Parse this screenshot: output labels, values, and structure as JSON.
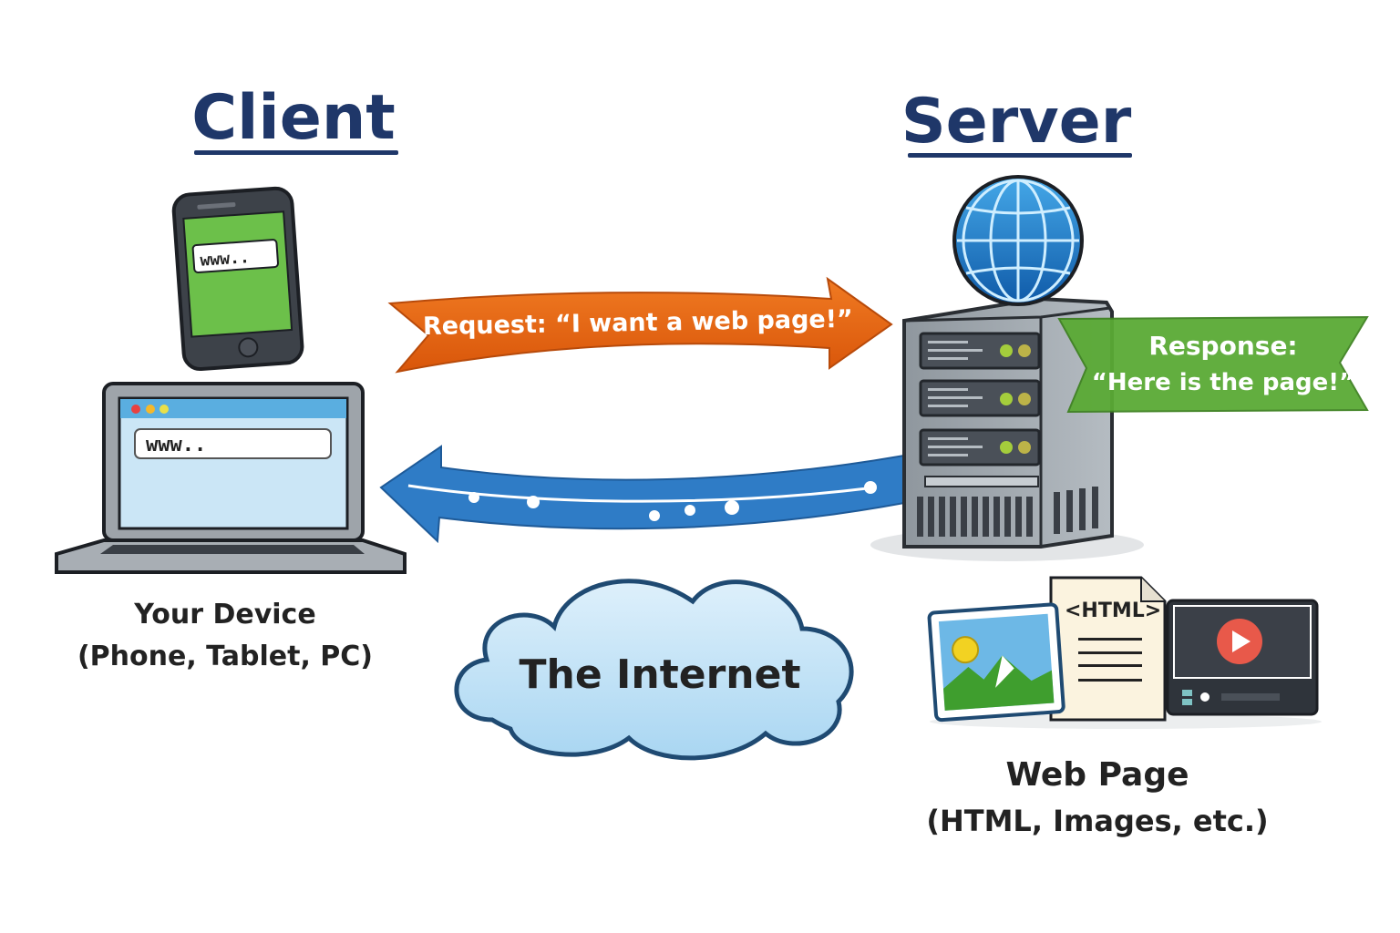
{
  "headings": {
    "client": "Client",
    "server": "Server"
  },
  "client": {
    "phone_url": "www..",
    "laptop_url": "www..",
    "caption_line1": "Your Device",
    "caption_line2": "(Phone, Tablet, PC)"
  },
  "request": {
    "label": "Request: “I want a web page!”",
    "color": "#e8650f",
    "direction": "client-to-server"
  },
  "response": {
    "line1": "Response:",
    "line2": "“Here is the page!”",
    "color": "#5aaa35"
  },
  "return_arrow": {
    "color": "#2f7cc6",
    "direction": "server-to-client"
  },
  "internet": {
    "label": "The Internet"
  },
  "web_page": {
    "html_tag": "<HTML>",
    "caption_line1": "Web Page",
    "caption_line2": "(HTML, Images, etc.)"
  },
  "colors": {
    "title": "#1f3769",
    "phone_screen": "#6cc04a",
    "browser_bar": "#5aaee0",
    "cloud": "#cfe8f8",
    "play": "#e8594a"
  }
}
